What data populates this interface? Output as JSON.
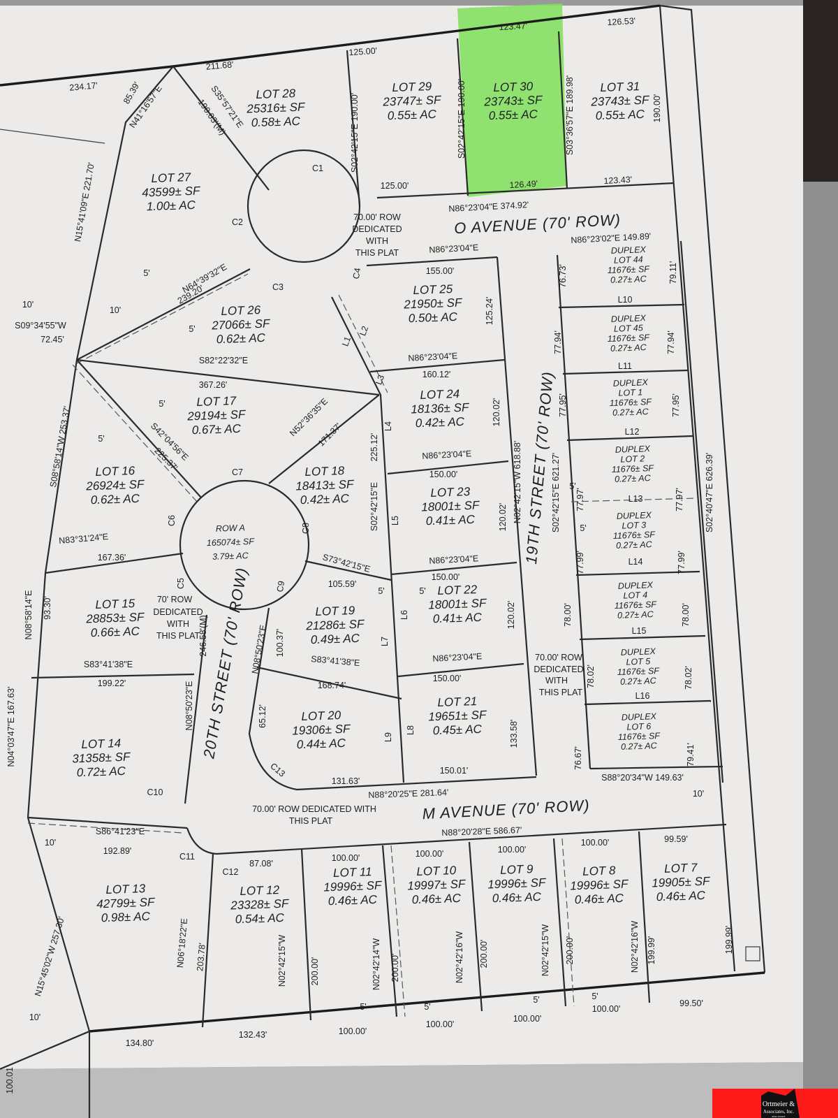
{
  "colors": {
    "highlight": "#7fe05a",
    "logo_bg": "#ff1a1a",
    "paper": "#ecebe9"
  },
  "lots": [
    {
      "lot": "LOT 28",
      "sf": "25316± SF",
      "ac": "0.58± AC"
    },
    {
      "lot": "LOT 29",
      "sf": "23747± SF",
      "ac": "0.55± AC"
    },
    {
      "lot": "LOT 30",
      "sf": "23743± SF",
      "ac": "0.55± AC"
    },
    {
      "lot": "LOT 31",
      "sf": "23743± SF",
      "ac": "0.55± AC"
    },
    {
      "lot": "LOT 27",
      "sf": "43599± SF",
      "ac": "1.00± AC"
    },
    {
      "lot": "LOT 26",
      "sf": "27066± SF",
      "ac": "0.62± AC"
    },
    {
      "lot": "LOT 25",
      "sf": "21950± SF",
      "ac": "0.50± AC"
    },
    {
      "lot": "LOT 17",
      "sf": "29194± SF",
      "ac": "0.67± AC"
    },
    {
      "lot": "LOT 24",
      "sf": "18136± SF",
      "ac": "0.42± AC"
    },
    {
      "lot": "LOT 18",
      "sf": "18413± SF",
      "ac": "0.42± AC"
    },
    {
      "lot": "LOT 23",
      "sf": "18001± SF",
      "ac": "0.41± AC"
    },
    {
      "lot": "LOT 16",
      "sf": "26924± SF",
      "ac": "0.62± AC"
    },
    {
      "lot": "ROW A",
      "sf": "165074± SF",
      "ac": "3.79± AC"
    },
    {
      "lot": "LOT 15",
      "sf": "28853± SF",
      "ac": "0.66± AC"
    },
    {
      "lot": "LOT 22",
      "sf": "18001± SF",
      "ac": "0.41± AC"
    },
    {
      "lot": "LOT 19",
      "sf": "21286± SF",
      "ac": "0.49± AC"
    },
    {
      "lot": "LOT 21",
      "sf": "19651± SF",
      "ac": "0.45± AC"
    },
    {
      "lot": "LOT 20",
      "sf": "19306± SF",
      "ac": "0.44± AC"
    },
    {
      "lot": "LOT 14",
      "sf": "31358± SF",
      "ac": "0.72± AC"
    },
    {
      "lot": "LOT 13",
      "sf": "42799± SF",
      "ac": "0.98± AC"
    },
    {
      "lot": "LOT 12",
      "sf": "23328± SF",
      "ac": "0.54± AC"
    },
    {
      "lot": "LOT 11",
      "sf": "19996± SF",
      "ac": "0.46± AC"
    },
    {
      "lot": "LOT 10",
      "sf": "19997± SF",
      "ac": "0.46± AC"
    },
    {
      "lot": "LOT 9",
      "sf": "19996± SF",
      "ac": "0.46± AC"
    },
    {
      "lot": "LOT 8",
      "sf": "19996± SF",
      "ac": "0.46± AC"
    },
    {
      "lot": "LOT 7",
      "sf": "19905± SF",
      "ac": "0.46± AC"
    }
  ],
  "duplex_lots": [
    {
      "type": "DUPLEX",
      "lot": "LOT 44",
      "sf": "11676± SF",
      "ac": "0.27± AC"
    },
    {
      "type": "DUPLEX",
      "lot": "LOT 45",
      "sf": "11676± SF",
      "ac": "0.27± AC"
    },
    {
      "type": "DUPLEX",
      "lot": "LOT 1",
      "sf": "11676± SF",
      "ac": "0.27± AC"
    },
    {
      "type": "DUPLEX",
      "lot": "LOT 2",
      "sf": "11676± SF",
      "ac": "0.27± AC"
    },
    {
      "type": "DUPLEX",
      "lot": "LOT 3",
      "sf": "11676± SF",
      "ac": "0.27± AC"
    },
    {
      "type": "DUPLEX",
      "lot": "LOT 4",
      "sf": "11676± SF",
      "ac": "0.27± AC"
    },
    {
      "type": "DUPLEX",
      "lot": "LOT 5",
      "sf": "11676± SF",
      "ac": "0.27± AC"
    },
    {
      "type": "DUPLEX",
      "lot": "LOT 6",
      "sf": "11676± SF",
      "ac": "0.27± AC"
    }
  ],
  "streets": {
    "o_avenue": "O AVENUE (70' ROW)",
    "nineteenth": "19TH STREET (70' ROW)",
    "twentieth": "20TH STREET (70' ROW)",
    "m_avenue": "M AVENUE (70' ROW)"
  },
  "dimensions": [
    "234.17'",
    "211.68'",
    "125.00'",
    "123.47'",
    "126.53'",
    "85.39'",
    "N41°16'57\"E",
    "S35°57'21\"E",
    "190.03'(M)",
    "S02°42'15\"E 190.00'",
    "S02°42'15\"E 190.00'",
    "S03°36'57\"E 189.98'",
    "190.00'",
    "125.00'",
    "126.49'",
    "123.43'",
    "N86°23'04\"E 374.92'",
    "N15°41'09\"E 221.70'",
    "C1",
    "C2",
    "C3",
    "C4",
    "70.00' ROW",
    "DEDICATED",
    "WITH",
    "THIS PLAT",
    "N86°23'04\"E",
    "N86°23'02\"E 149.89'",
    "155.00'",
    "125.24'",
    "76.73'",
    "79.11'",
    "L10",
    "77.94'",
    "77.94'",
    "L11",
    "N64°39'32\"E",
    "239.20'",
    "5'",
    "5'",
    "10'",
    "10'",
    "S09°34'55\"W",
    "72.45'",
    "L1",
    "L2",
    "L3",
    "N86°23'04\"E",
    "S82°22'32\"E",
    "367.26'",
    "160.12'",
    "120.02'",
    "77.95'",
    "77.95'",
    "L12",
    "S08°58'14\"W 253.37'",
    "5'",
    "5'",
    "S42°04'56\"E",
    "225.37'",
    "N52°36'35\"E",
    "171.37'",
    "L4",
    "225.12'",
    "N86°23'04\"E",
    "150.00'",
    "N02°42'15\"W 618.88'",
    "S02°42'15\"E 621.27'",
    "77.97'",
    "77.97'",
    "S02°40'47\"E 626.39'",
    "5'",
    "5'",
    "C7",
    "C6",
    "C8",
    "L13",
    "S02°42'15\"E",
    "L5",
    "120.02'",
    "N83°31'24\"E",
    "167.36'",
    "S73°42'15\"E",
    "105.59'",
    "N86°23'04\"E",
    "150.00'",
    "77.99'",
    "77.99'",
    "L14",
    "C5",
    "C9",
    "93.30'",
    "N08°58'14\"E",
    "5'",
    "5'",
    "L6",
    "L7",
    "120.02'",
    "78.00'",
    "78.00'",
    "L15",
    "70' ROW",
    "DEDICATED",
    "WITH",
    "THIS PLAT",
    "100.37'",
    "N08°50'23\"E",
    "S83°41'38\"E",
    "199.22'",
    "246.58'(M)",
    "N08°50'23\"E",
    "S83°41'38\"E",
    "168.74'",
    "N86°23'04\"E",
    "150.00'",
    "70.00' ROW",
    "DEDICATED",
    "WITH",
    "THIS PLAT",
    "78.02'",
    "78.02'",
    "L16",
    "65.12'",
    "L9",
    "L8",
    "133.58'",
    "76.67'",
    "79.41'",
    "N04°03'47\"E 167.63'",
    "C13",
    "131.63'",
    "150.01'",
    "S88°20'34\"W 149.63'",
    "N88°20'25\"E 281.64'",
    "70.00' ROW DEDICATED WITH",
    "THIS PLAT",
    "10'",
    "C10",
    "S86°41'23\"E",
    "192.89'",
    "10'",
    "C11",
    "C12",
    "N88°20'28\"E 586.67'",
    "87.08'",
    "100.00'",
    "100.00'",
    "100.00'",
    "100.00'",
    "99.59'",
    "N02°42'15\"W",
    "200.00'",
    "N02°42'14\"W",
    "200.00'",
    "N02°42'16\"W",
    "200.00'",
    "N02°42'15\"W",
    "200.00'",
    "N02°42'16\"W",
    "199.99'",
    "199.99'",
    "N06°18'22\"E",
    "203.78'",
    "N15°45'02\"W 257.30'",
    "10'",
    "134.80'",
    "132.43'",
    "100.00'",
    "100.00'",
    "100.00'",
    "100.00'",
    "99.50'",
    "5'",
    "5'",
    "5'",
    "5'",
    "100.01'"
  ],
  "logo": {
    "line1": "Ortmeier &",
    "line2": "Associates, Inc.",
    "line3": "REAL ESTATE"
  }
}
